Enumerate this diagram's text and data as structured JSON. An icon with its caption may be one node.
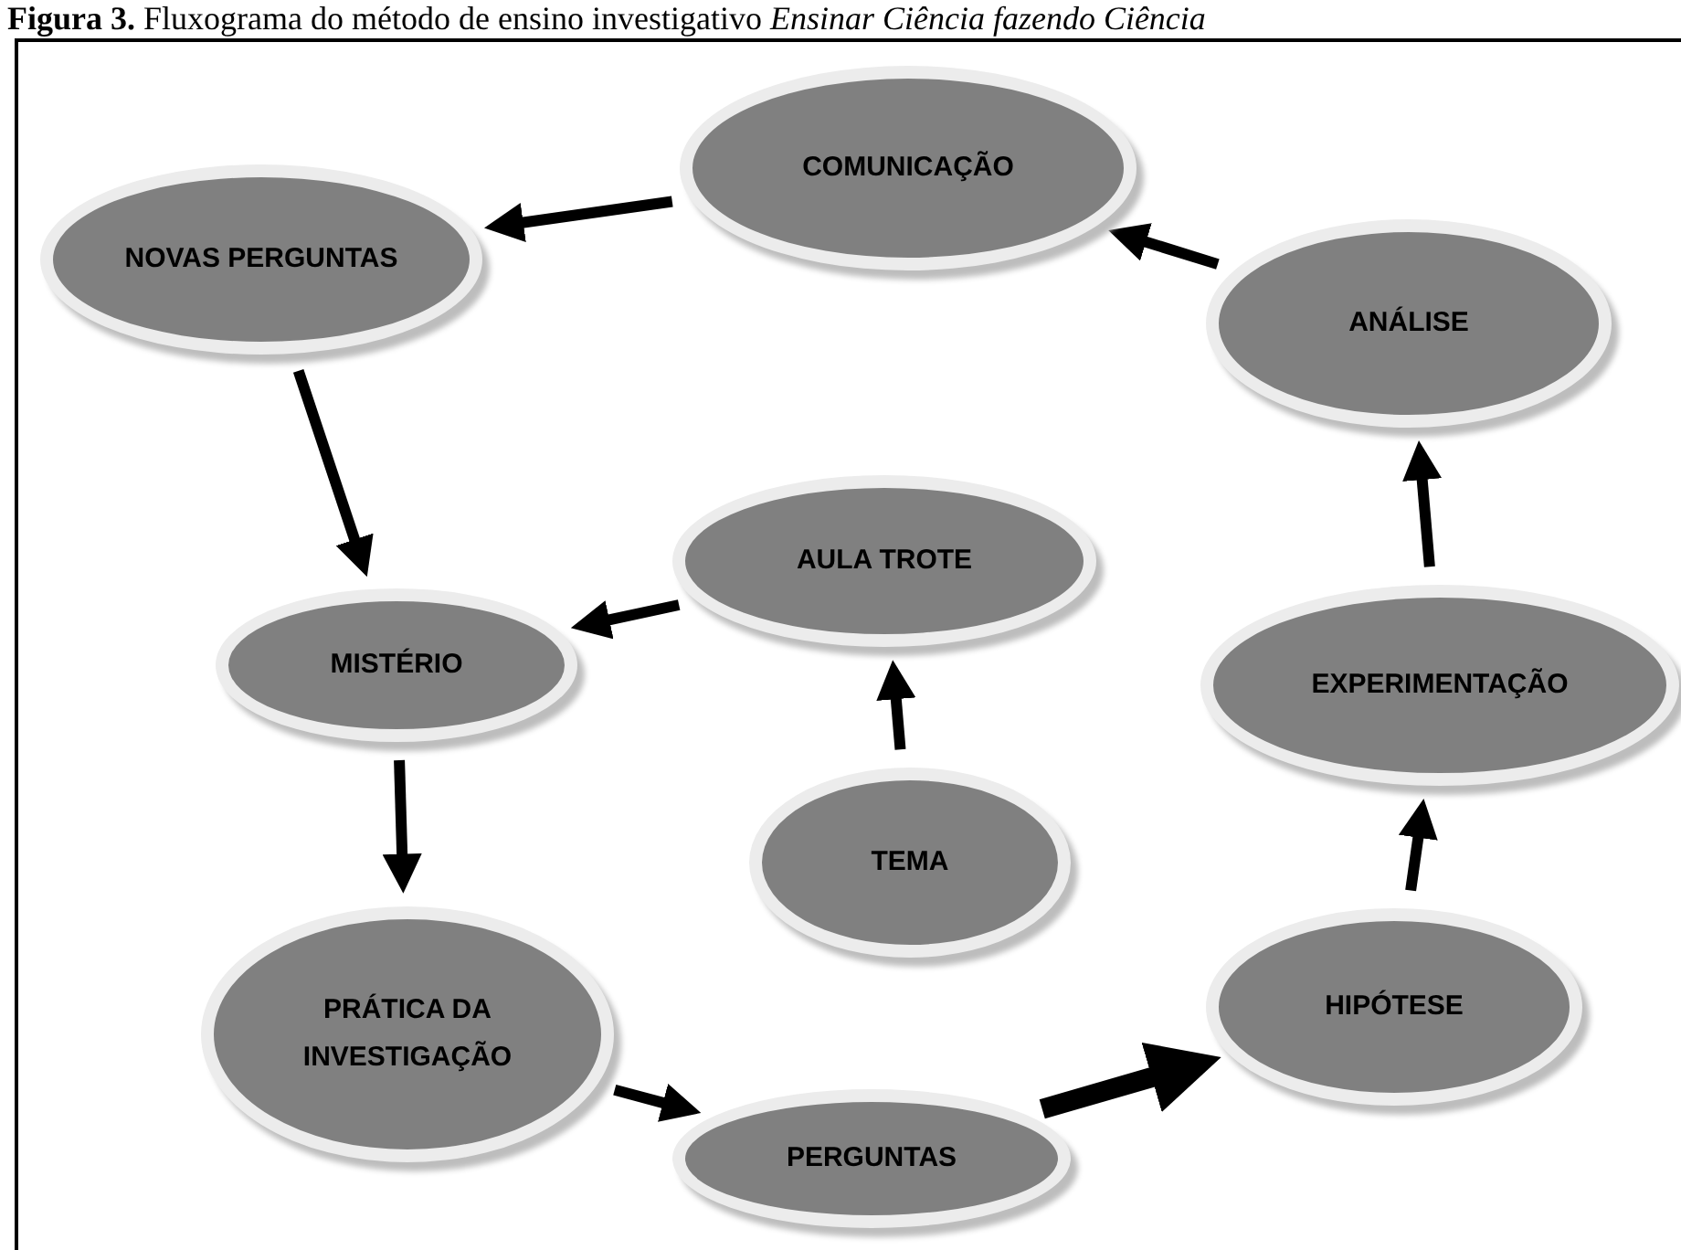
{
  "diagram": {
    "title": "**Figura 3.** Fluxograma do método de ensino investigativo *Ensinar Ciência fazendo Ciência*",
    "nodes": [
      {
        "text": [
          "COMUNICAÇÃO"
        ]
      },
      {
        "text": [
          "NOVAS PERGUNTAS"
        ]
      },
      {
        "text": [
          "ANÁLISE"
        ]
      },
      {
        "text": [
          "AULA TROTE"
        ]
      },
      {
        "text": [
          "MISTÉRIO"
        ]
      },
      {
        "text": [
          "EXPERIMENTAÇÃO"
        ]
      },
      {
        "text": [
          "TEMA"
        ]
      },
      {
        "text": [
          "PRÁTICA DA INVESTIGAÇÃO"
        ]
      },
      {
        "text": [
          "HIPÓTESE"
        ]
      },
      {
        "text": [
          "PERGUNTAS"
        ]
      }
    ],
    "edges": [
      {
        "from": 0,
        "to": 1,
        "arrow": "to"
      },
      {
        "from": 1,
        "to": 4,
        "arrow": "to"
      },
      {
        "from": 3,
        "to": 4,
        "arrow": "to"
      },
      {
        "from": 6,
        "to": 3,
        "arrow": "to"
      },
      {
        "from": 4,
        "to": 7,
        "arrow": "to"
      },
      {
        "from": 7,
        "to": 9,
        "arrow": "to"
      },
      {
        "from": 9,
        "to": 8,
        "arrow": "to",
        "style": "thick"
      },
      {
        "from": 8,
        "to": 5,
        "arrow": "to"
      },
      {
        "from": 5,
        "to": 2,
        "arrow": "to"
      },
      {
        "from": 2,
        "to": 0,
        "arrow": "to"
      }
    ]
  }
}
